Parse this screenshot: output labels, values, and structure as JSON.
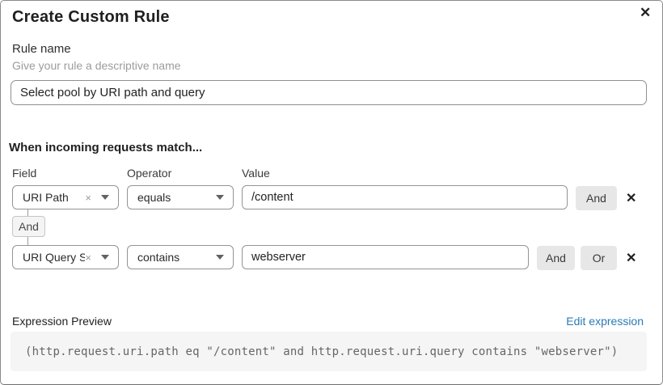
{
  "modal": {
    "title": "Create Custom Rule"
  },
  "icons": {
    "close": "✕",
    "delete": "✕",
    "clear": "×"
  },
  "rule_name": {
    "label": "Rule name",
    "helper": "Give your rule a descriptive name",
    "value": "Select pool by URI path and query"
  },
  "match_section": {
    "heading": "When incoming requests match...",
    "columns": {
      "field": "Field",
      "operator": "Operator",
      "value": "Value"
    },
    "connector": "And",
    "rows": [
      {
        "field": "URI Path",
        "operator": "equals",
        "value": "/content",
        "and_label": "And"
      },
      {
        "field": "URI Query St...",
        "operator": "contains",
        "value": "webserver",
        "and_label": "And",
        "or_label": "Or"
      }
    ]
  },
  "expression": {
    "label": "Expression Preview",
    "edit_link": "Edit expression",
    "code": "(http.request.uri.path eq \"/content\" and http.request.uri.query contains \"webserver\")"
  },
  "colors": {
    "link_blue": "#2b7bb5",
    "chip_button_bg": "#e7e7e7",
    "code_bg": "#f5f5f5",
    "input_border": "#949494"
  }
}
